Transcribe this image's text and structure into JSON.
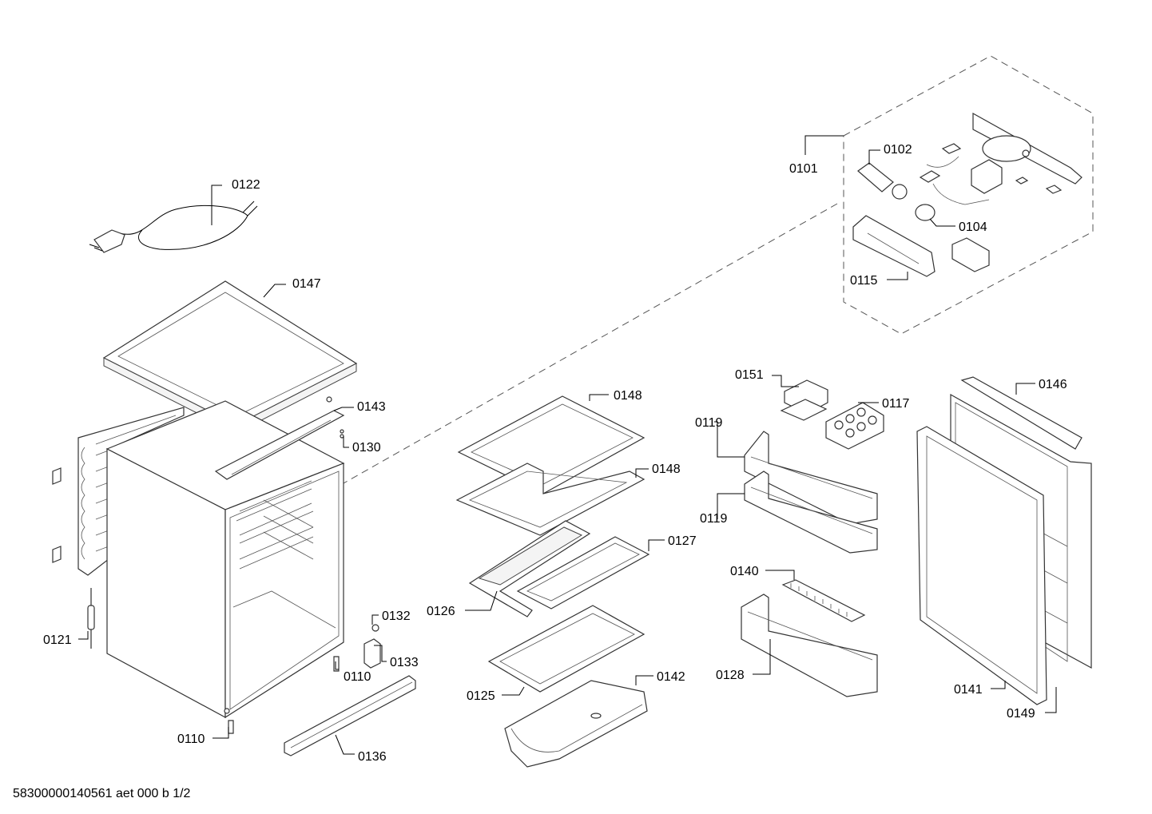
{
  "callouts": {
    "c0122": "0122",
    "c0147": "0147",
    "c0143": "0143",
    "c0130": "0130",
    "c0121": "0121",
    "c0132": "0132",
    "c0133": "0133",
    "c0110a": "0110",
    "c0110b": "0110",
    "c0136": "0136",
    "c0148a": "0148",
    "c0148b": "0148",
    "c0127": "0127",
    "c0126": "0126",
    "c0125": "0125",
    "c0142": "0142",
    "c0151": "0151",
    "c0117": "0117",
    "c0119a": "0119",
    "c0119b": "0119",
    "c0140": "0140",
    "c0128": "0128",
    "c0146": "0146",
    "c0141": "0141",
    "c0149": "0149",
    "c0101": "0101",
    "c0102": "0102",
    "c0104": "0104",
    "c0115": "0115"
  },
  "footer": "58300000140561 aet 000 b 1/2"
}
